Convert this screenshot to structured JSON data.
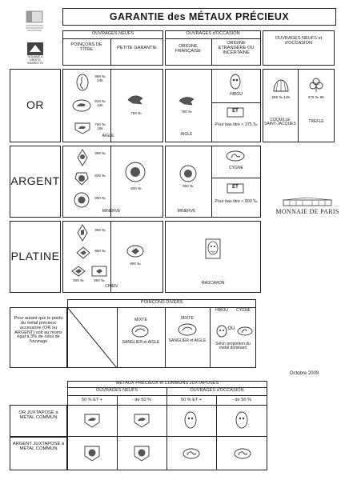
{
  "header": {
    "title": "GARANTIE des MÉTAUX PRÉCIEUX",
    "douane_logo_text": "DOUANE & DROITS INDIRECTS"
  },
  "columns": {
    "ouvrages_neufs": "OUVRAGES NEUFS",
    "poincons_de_titre": "POINÇONS DE TITRE",
    "petite_garantie": "PETITE GARANTIE",
    "ouvrages_occasion": "OUVRAGES d'OCCASION",
    "origine_francaise": "ORIGINE FRANÇAISE",
    "origine_etrangere": "ORIGINE ÉTRANGÈRE OU INCERTAINE",
    "neufs_et_occasion": "OUVRAGES NEUFS et d'OCCASION"
  },
  "rows": {
    "or": {
      "label": "OR",
      "titles": [
        "999 ‰ 24k",
        "916 ‰ 22k",
        "750 ‰ 18k"
      ],
      "petite": "750 ‰",
      "aigle": "AIGLE",
      "occ_fr": "750 ‰",
      "occ_fr_name": "AIGLE",
      "hibou": "HIBOU",
      "et_label": "ET",
      "bas_titre": "Pour bas titre < 375 ‰",
      "coquille_val": "585 ‰ 14K",
      "coquille_name": "COQUILLE SAINT-JACQUES",
      "trefle_val": "375 ‰ 9K",
      "trefle_name": "TRÈFLE"
    },
    "argent": {
      "label": "ARGENT",
      "titles": [
        "999 ‰",
        "925 ‰",
        "800 ‰"
      ],
      "petite": "800 ‰",
      "minerve": "MINERVE",
      "occ_fr": "800 ‰",
      "occ_fr_name": "MINERVE",
      "cygne": "CYGNE",
      "et_label": "ET",
      "bas_titre": "Pour bas titre < 800 ‰"
    },
    "platine": {
      "label": "PLATINE",
      "titles": [
        "999 ‰",
        "950 ‰",
        "900 ‰",
        "850 ‰"
      ],
      "petite": "850 ‰",
      "chien": "CHIEN",
      "mascaron": "MASCARON"
    }
  },
  "monnaie": "MONNAIE DE PARIS",
  "divers": {
    "title": "POINÇONS DIVERS",
    "note": "Pour autant que le poids du métal précieux accessoire (OR ou ARGENT) soit au moins égal à 3% de celui de l'ouvrage",
    "mixte1": "MIXTE",
    "mixte1_sub": "SANGLIER et AIGLE",
    "mixte2": "MIXTE",
    "mixte2_sub": "SANGLIER et AIGLE",
    "hibou": "HIBOU",
    "cygne": "CYGNE",
    "ou": "OU",
    "selon": "Selon proportion du métal dominant"
  },
  "date": "Octobre 2009",
  "juxta": {
    "title": "MÉTAUX PRÉCIEUX et COMMUNS JUXTAPOSÉS",
    "neufs": "OUVRAGES NEUFS",
    "occasion": "OUVRAGES d'OCCASION",
    "col1": "50 % ET +",
    "col2": "- de 50 %",
    "col3": "50 % ET +",
    "col4": "- de 50 %",
    "row1": "OR JUXTAPOSÉ à MÉTAL COMMUN",
    "row2": "ARGENT JUXTAPOSÉ à MÉTAL COMMUN"
  }
}
